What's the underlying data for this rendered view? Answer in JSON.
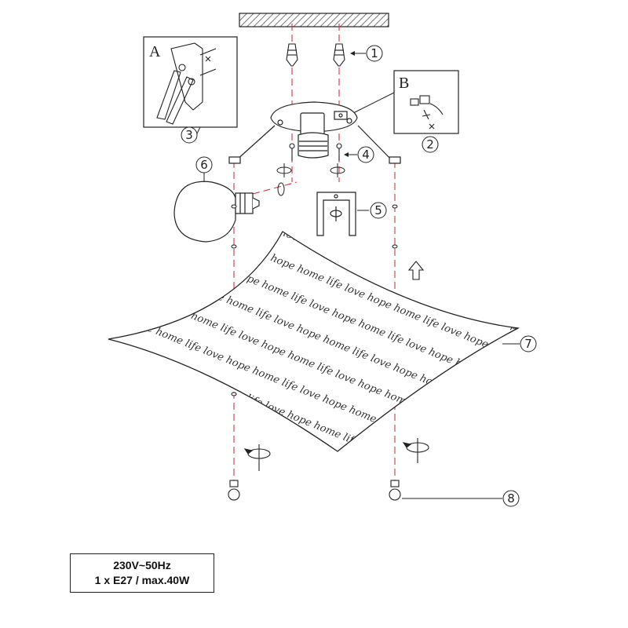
{
  "callouts": {
    "c1": "1",
    "c2": "2",
    "c3": "3",
    "c4": "4",
    "c5": "5",
    "c6": "6",
    "c7": "7",
    "c8": "8"
  },
  "insets": {
    "a": "A",
    "b": "B"
  },
  "shade_pattern": {
    "text": "love hope home life love hope home life love hope home life love hope home life love hope home"
  },
  "spec": {
    "line1": "230V~50Hz",
    "line2": "1 x E27 / max.40W"
  },
  "colors": {
    "line": "#222222",
    "axis": "#d9363e",
    "hatch": "#666666"
  }
}
